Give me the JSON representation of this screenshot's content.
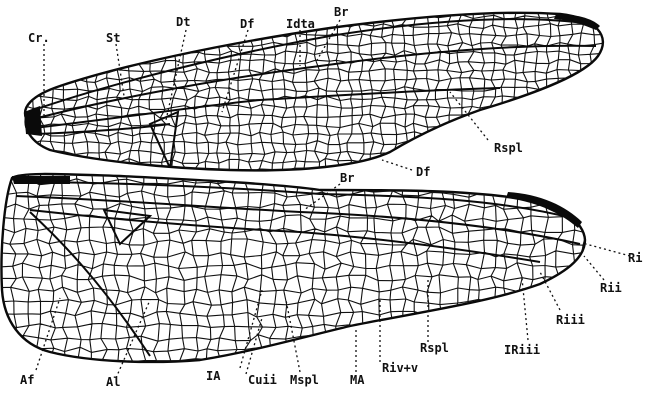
{
  "fore_wing": {
    "labels": {
      "Cr": "Cr.",
      "St": "St",
      "Dt": "Dt",
      "Df": "Df",
      "Idta": "Idta",
      "Br": "Br",
      "Rspl": "Rspl",
      "Df2": "Df"
    }
  },
  "hind_wing": {
    "labels": {
      "Br": "Br",
      "Ri": "Ri",
      "Rii": "Rii",
      "Riii": "Riii",
      "IRiii": "IRiii",
      "Rspl": "Rspl",
      "Rivv": "Riv+v",
      "MA": "MA",
      "Mspl": "Mspl",
      "Cuii": "Cuii",
      "IA": "IA",
      "Al": "Al",
      "Af": "Af"
    }
  }
}
